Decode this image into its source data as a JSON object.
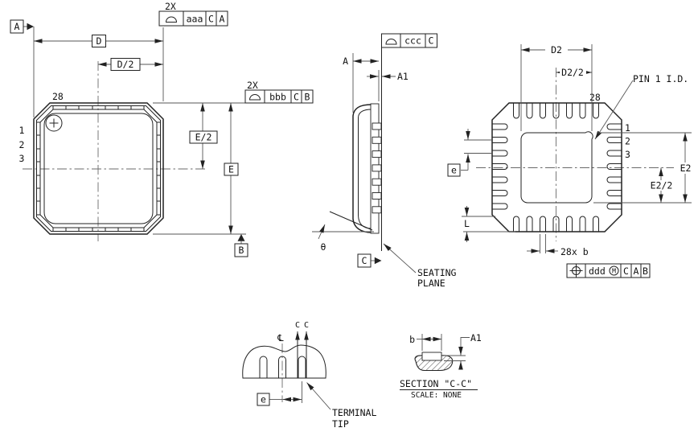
{
  "drawing": {
    "top_view": {
      "datum_a": "A",
      "datum_b": "B",
      "dim_d": "D",
      "dim_d_half": "D/2",
      "dim_e": "E",
      "dim_e_half": "E/2",
      "pin_count": "28",
      "pin1": "1",
      "pin2": "2",
      "pin3": "3",
      "fcf_top": {
        "qty": "2X",
        "symbol": "profile-of-surface",
        "tolerance": "aaa",
        "datum1": "C",
        "datum2": "A"
      },
      "fcf_side": {
        "qty": "2X",
        "symbol": "profile-of-surface",
        "tolerance": "bbb",
        "datum1": "C",
        "datum2": "B"
      }
    },
    "side_view": {
      "dim_a": "A",
      "dim_a1": "A1",
      "theta": "θ",
      "datum_c": "C",
      "seating_line1": "SEATING",
      "seating_line2": "PLANE",
      "fcf": {
        "symbol": "profile-of-surface",
        "tolerance": "ccc",
        "datum1": "C"
      }
    },
    "bottom_view": {
      "dim_d2": "D2",
      "dim_d2_half": "D2/2",
      "pin1_id_label": "PIN 1 I.D.",
      "pin_count": "28",
      "pin1": "1",
      "pin2": "2",
      "pin3": "3",
      "dim_e_pitch": "e",
      "dim_l": "L",
      "dim_e2": "E2",
      "dim_e2_half": "E2/2",
      "dim_lead_width": "28x b",
      "fcf_position": {
        "symbol": "true-position",
        "tolerance": "ddd",
        "modifier": "M",
        "datum1": "C",
        "datum2": "A",
        "datum3": "B"
      }
    },
    "terminal_detail": {
      "centerline_symbol": "℄",
      "section_c_left": "C",
      "section_c_right": "C",
      "dim_e_pitch": "e",
      "label_line1": "TERMINAL",
      "label_line2": "TIP"
    },
    "section_view": {
      "dim_b": "b",
      "dim_a1": "A1",
      "title": "SECTION \"C-C\"",
      "scale_note": "SCALE: NONE"
    }
  }
}
